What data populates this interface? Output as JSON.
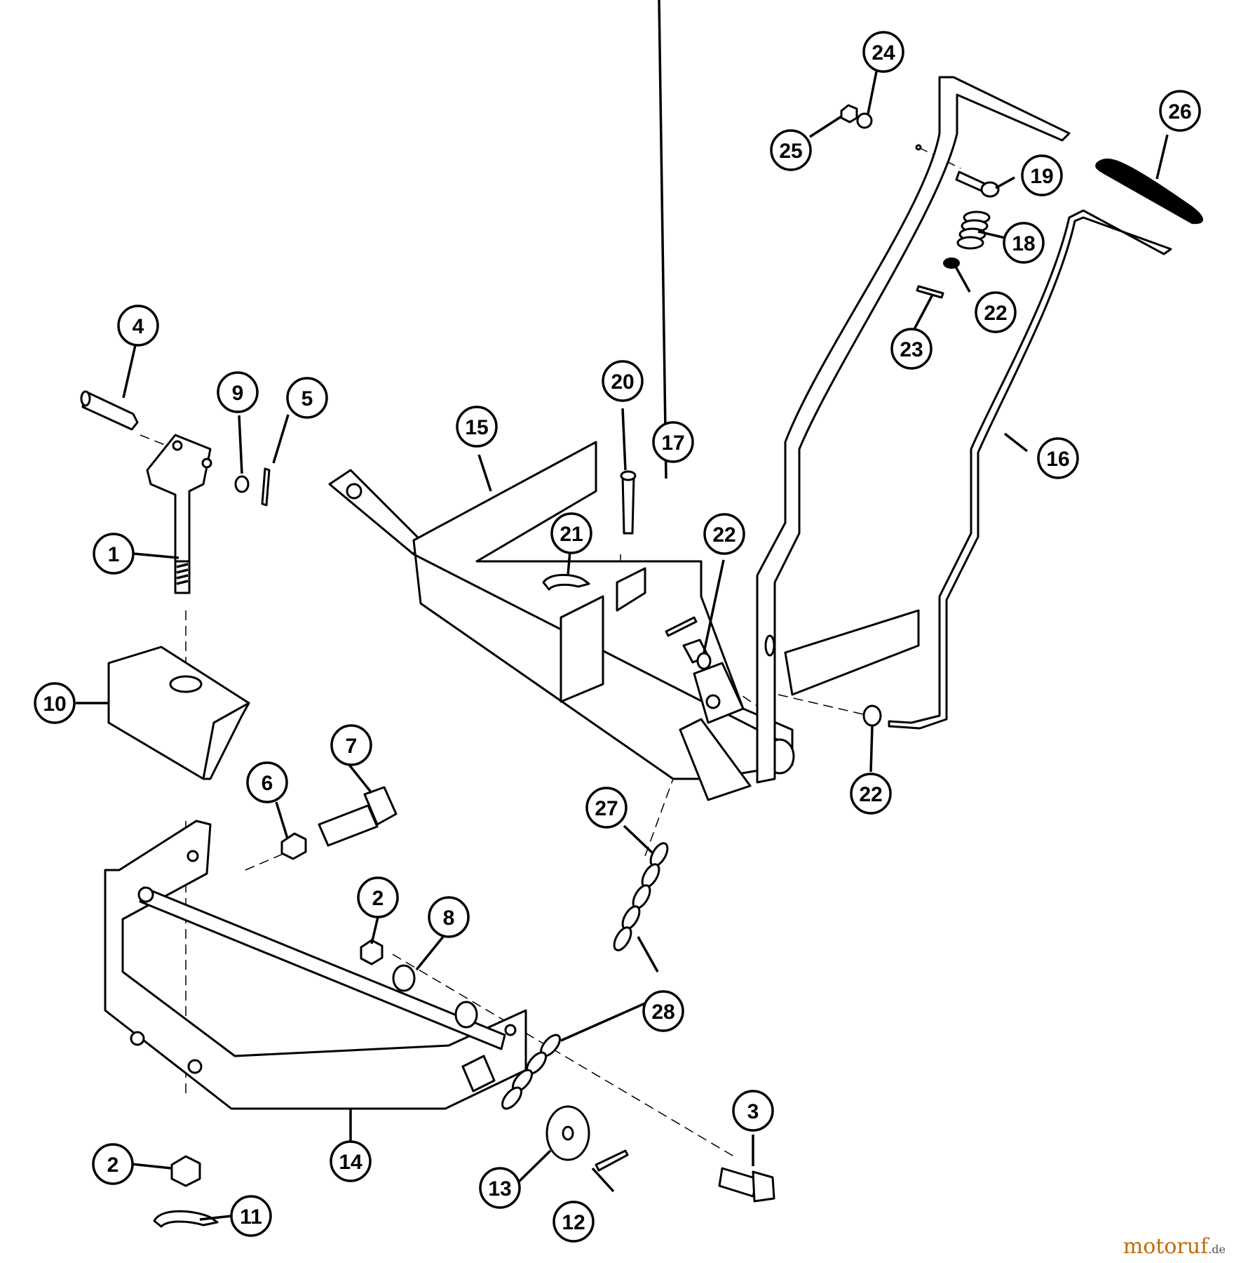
{
  "callouts": [
    {
      "id": "c1",
      "label": "1"
    },
    {
      "id": "c2a",
      "label": "2"
    },
    {
      "id": "c2b",
      "label": "2"
    },
    {
      "id": "c3",
      "label": "3"
    },
    {
      "id": "c4",
      "label": "4"
    },
    {
      "id": "c5",
      "label": "5"
    },
    {
      "id": "c6",
      "label": "6"
    },
    {
      "id": "c7",
      "label": "7"
    },
    {
      "id": "c8",
      "label": "8"
    },
    {
      "id": "c9",
      "label": "9"
    },
    {
      "id": "c10",
      "label": "10"
    },
    {
      "id": "c11",
      "label": "11"
    },
    {
      "id": "c12",
      "label": "12"
    },
    {
      "id": "c13",
      "label": "13"
    },
    {
      "id": "c14",
      "label": "14"
    },
    {
      "id": "c15",
      "label": "15"
    },
    {
      "id": "c16",
      "label": "16"
    },
    {
      "id": "c17",
      "label": "17"
    },
    {
      "id": "c18",
      "label": "18"
    },
    {
      "id": "c19",
      "label": "19"
    },
    {
      "id": "c20",
      "label": "20"
    },
    {
      "id": "c21",
      "label": "21"
    },
    {
      "id": "c22a",
      "label": "22"
    },
    {
      "id": "c22b",
      "label": "22"
    },
    {
      "id": "c22c",
      "label": "22"
    },
    {
      "id": "c23",
      "label": "23"
    },
    {
      "id": "c24",
      "label": "24"
    },
    {
      "id": "c25",
      "label": "25"
    },
    {
      "id": "c26",
      "label": "26"
    },
    {
      "id": "c27",
      "label": "27"
    },
    {
      "id": "c28",
      "label": "28"
    }
  ],
  "watermark": {
    "main": "motoruf",
    "tld": ".de"
  }
}
